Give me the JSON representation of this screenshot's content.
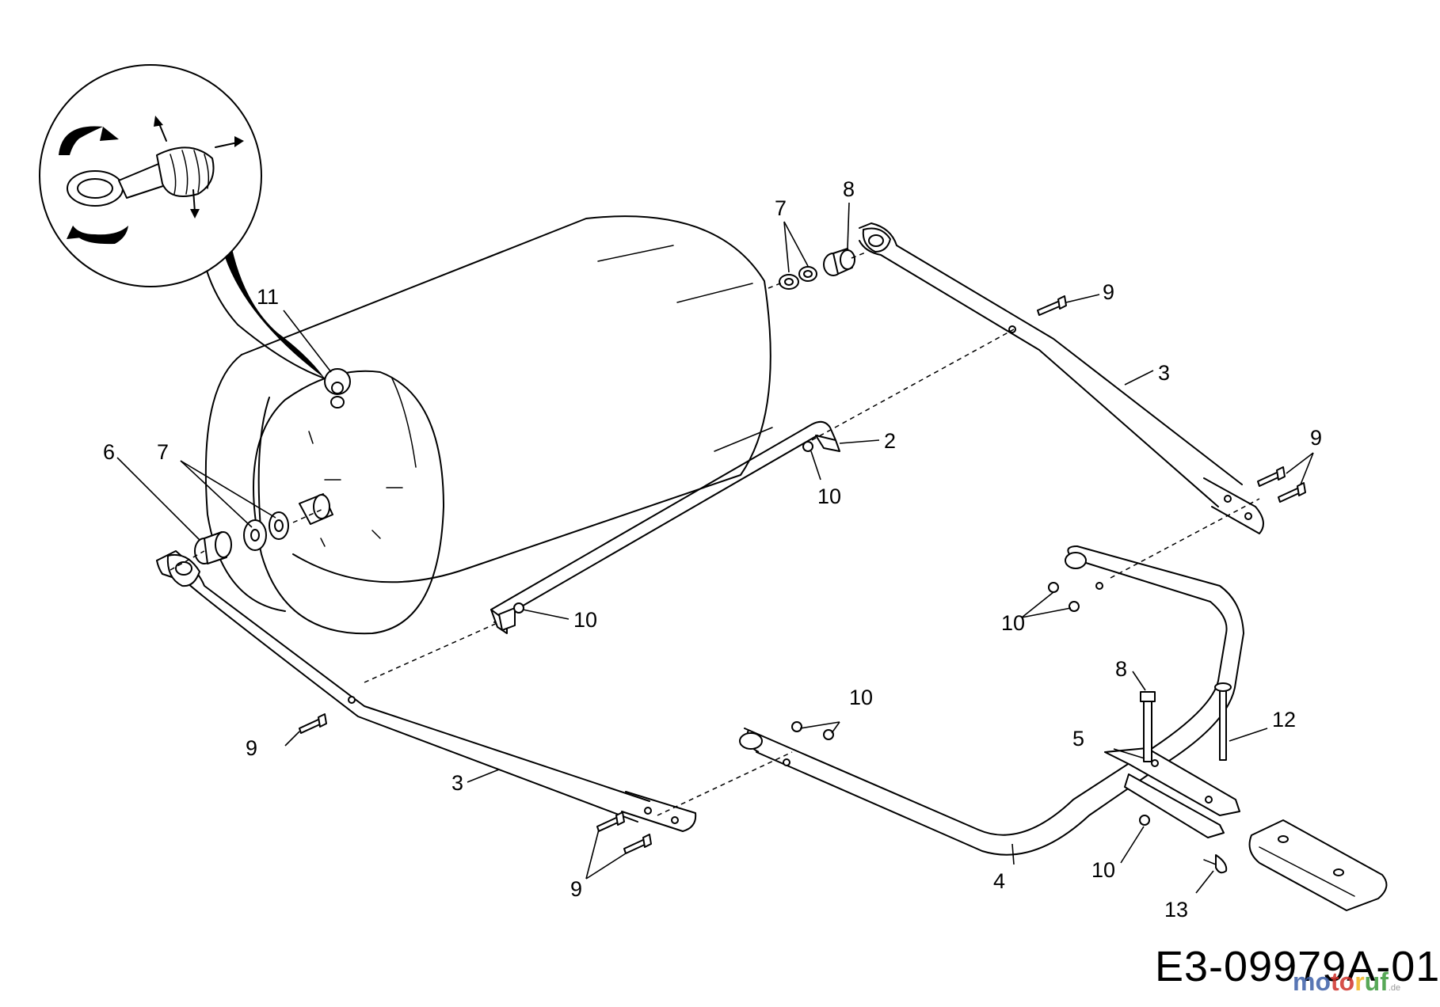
{
  "drawing_code": "E3-09979A-01",
  "watermark": {
    "text": "motoruf",
    "suffix": ".de"
  },
  "callouts": [
    {
      "id": "c11",
      "text": "11"
    },
    {
      "id": "c7a",
      "text": "7"
    },
    {
      "id": "c8a",
      "text": "8"
    },
    {
      "id": "c9a",
      "text": "9"
    },
    {
      "id": "c3a",
      "text": "3"
    },
    {
      "id": "c2",
      "text": "2"
    },
    {
      "id": "c10a",
      "text": "10"
    },
    {
      "id": "c9b",
      "text": "9"
    },
    {
      "id": "c6",
      "text": "6"
    },
    {
      "id": "c7b",
      "text": "7"
    },
    {
      "id": "c10b",
      "text": "10"
    },
    {
      "id": "c10c",
      "text": "10"
    },
    {
      "id": "c8b",
      "text": "8"
    },
    {
      "id": "c12",
      "text": "12"
    },
    {
      "id": "c10d",
      "text": "10"
    },
    {
      "id": "c5",
      "text": "5"
    },
    {
      "id": "c9c",
      "text": "9"
    },
    {
      "id": "c3b",
      "text": "3"
    },
    {
      "id": "c4",
      "text": "4"
    },
    {
      "id": "c10e",
      "text": "10"
    },
    {
      "id": "c13",
      "text": "13"
    },
    {
      "id": "c9d",
      "text": "9"
    }
  ],
  "colors": {
    "line": "#000000",
    "background": "#ffffff"
  }
}
